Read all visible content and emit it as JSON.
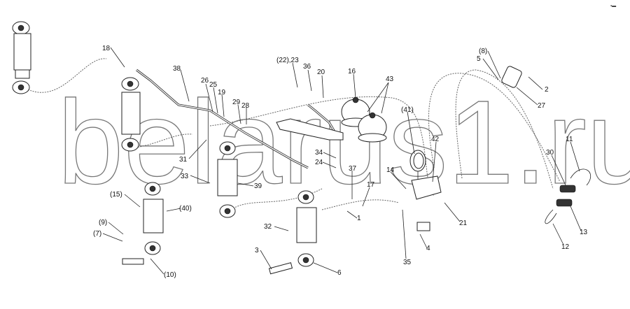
{
  "watermark": "belarus1.ru",
  "corner_mark": "▪▬",
  "labels": [
    "18",
    "38",
    "26",
    "25",
    "19",
    "29",
    "28",
    "(22),23",
    "36",
    "20",
    "16",
    "43",
    "(41)",
    "42",
    "14",
    "37",
    "17",
    "34",
    "24",
    "31",
    "33",
    "39",
    "(15)",
    "(40)",
    "(9)",
    "(7)",
    "(10)",
    "32",
    "3",
    "6",
    "1",
    "35",
    "4",
    "21",
    "12",
    "13",
    "30",
    "11",
    "(8)",
    "5",
    "2",
    "27"
  ]
}
